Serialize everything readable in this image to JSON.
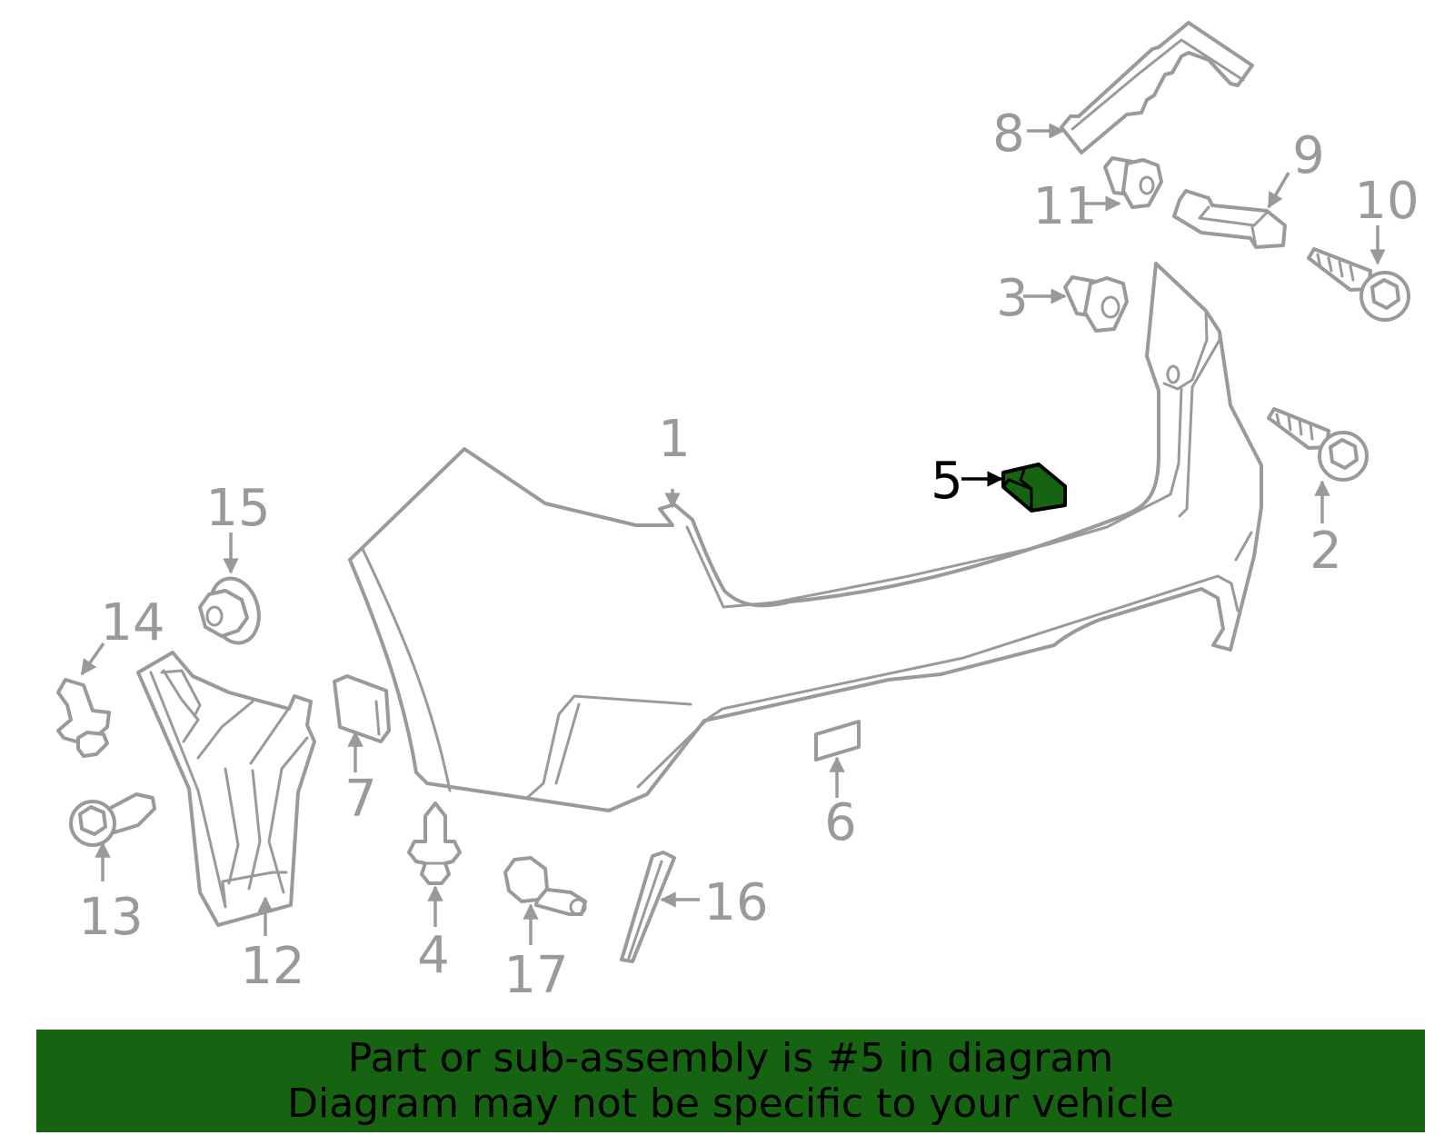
{
  "callouts": {
    "c1": "1",
    "c2": "2",
    "c3": "3",
    "c4": "4",
    "c5": "5",
    "c6": "6",
    "c7": "7",
    "c8": "8",
    "c9": "9",
    "c10": "10",
    "c11": "11",
    "c12": "12",
    "c13": "13",
    "c14": "14",
    "c15": "15",
    "c16": "16",
    "c17": "17"
  },
  "highlighted_part": "5",
  "banner": {
    "line1": "Part or sub-assembly is #5 in diagram",
    "line2": "Diagram may not be specific to your vehicle"
  },
  "colors": {
    "highlight": "#166412",
    "outline": "#9a9a9a",
    "banner_bg": "#166412",
    "banner_text": "#000000"
  }
}
